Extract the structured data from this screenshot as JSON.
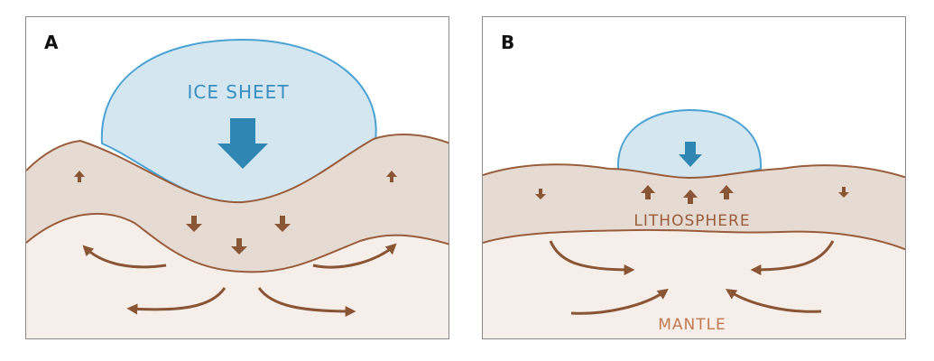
{
  "panels": {
    "a": {
      "letter": "A",
      "ice_label": "ICE SHEET"
    },
    "b": {
      "letter": "B",
      "lithosphere_label": "LITHOSPHERE",
      "mantle_label": "MANTLE"
    }
  },
  "colors": {
    "ice_fill": "#d4e6f0",
    "ice_outline": "#4aa3d4",
    "ice_arrow": "#2f86b3",
    "lithosphere_fill": "#e6dbd3",
    "mantle_fill": "#f6eee9",
    "boundary_line": "#9a5d3c",
    "crust_arrow": "#8a5534"
  }
}
